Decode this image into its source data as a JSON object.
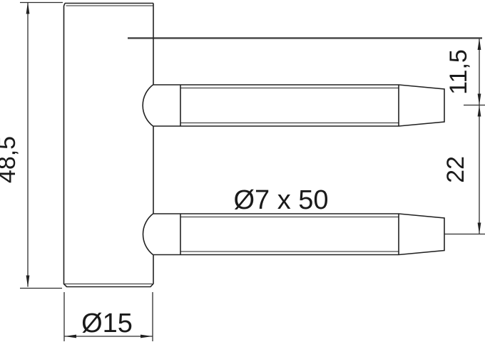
{
  "drawing": {
    "type": "technical-drawing",
    "part": "hinge pin body with two tapered pins",
    "dimensions": {
      "body_height": "48,5",
      "top_pin_offset": "11,5",
      "pin_spacing": "22",
      "pin_size": "Ø7 x 50",
      "body_diameter": "Ø15"
    },
    "colors": {
      "line": "#222222",
      "dimension": "#2e2e2e",
      "reference": "#4a4a4a",
      "background": "#ffffff"
    }
  }
}
